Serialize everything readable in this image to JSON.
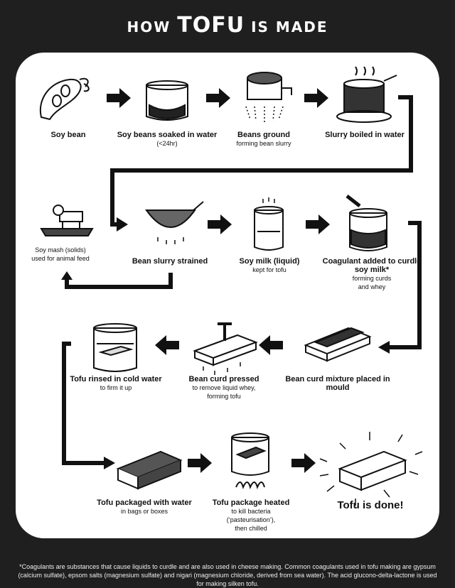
{
  "title": {
    "prefix": "HOW",
    "main": "TOFU",
    "suffix": "IS MADE"
  },
  "steps": [
    {
      "title": "Soy bean",
      "lines": []
    },
    {
      "title": "Soy beans soaked in water",
      "lines": [
        "(<24hr)"
      ]
    },
    {
      "title": "Beans ground",
      "lines": [
        "forming bean slurry"
      ]
    },
    {
      "title": "Slurry boiled in water",
      "lines": []
    },
    {
      "title": "",
      "lines": [
        "Soy mash (solids)",
        "used for animal feed"
      ]
    },
    {
      "title": "Bean slurry strained",
      "lines": []
    },
    {
      "title": "Soy milk (liquid)",
      "lines": [
        "kept for tofu"
      ]
    },
    {
      "title": "Coagulant added to curdle soy milk*",
      "lines": [
        "forming curds",
        "and whey"
      ]
    },
    {
      "title": "Bean curd mixture placed in mould",
      "lines": []
    },
    {
      "title": "Bean curd pressed",
      "lines": [
        "to remove liquid whey,",
        "forming tofu"
      ]
    },
    {
      "title": "Tofu rinsed in cold water",
      "lines": [
        "to firm it up"
      ]
    },
    {
      "title": "Tofu packaged with water",
      "lines": [
        "in bags or boxes"
      ]
    },
    {
      "title": "Tofu package heated",
      "lines": [
        "to kill bacteria",
        "(‘pasteurisation’),",
        "then chilled"
      ]
    },
    {
      "title": "Tofu is done!",
      "lines": []
    }
  ],
  "footnote": "*Coagulants are substances that cause liquids to curdle and are also used in cheese making. Common coagulants used in tofu making are gypsum (calcium sulfate), epsom salts (magnesium sulfate) and nigari (magnesium chloride, derived from sea water). The acid glucono-delta-lactone is used for making silken tofu."
}
